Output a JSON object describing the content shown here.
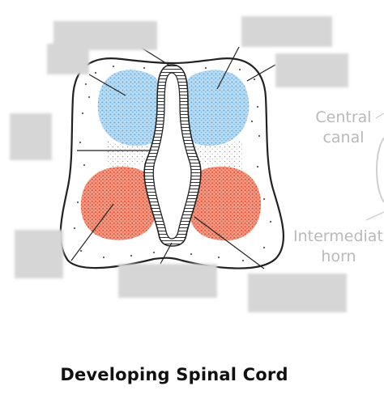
{
  "title": "Developing Spinal Cord",
  "visible_labels": {
    "central_canal": "Central\ncanal",
    "intermediate_horn": "Intermediate\nhorn"
  },
  "hidden_label_count": 8,
  "colors": {
    "alar_plate": "#8fc6ea",
    "basal_plate": "#e8735a",
    "outline": "#222222",
    "label_cover": "#d6d6d6",
    "faded_text": "#b9b9b9"
  }
}
